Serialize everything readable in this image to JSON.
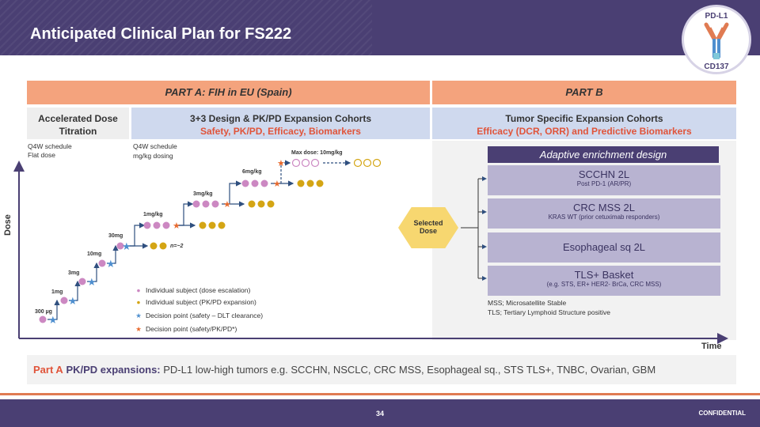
{
  "title": "Anticipated Clinical Plan for FS222",
  "logo": {
    "top_label": "PD-L1",
    "bottom_label": "CD137"
  },
  "parts": {
    "a": "PART A: FIH in EU (Spain)",
    "b": "PART B"
  },
  "subheads": {
    "accel": "Accelerated Dose Titration",
    "design_title": "3+3 Design & PK/PD Expansion Cohorts",
    "design_sub": "Safety, PK/PD, Efficacy, Biomarkers",
    "tumor_title": "Tumor Specific Expansion Cohorts",
    "tumor_sub": "Efficacy (DCR, ORR) and Predictive Biomarkers"
  },
  "schedules": {
    "q4w_flat_1": "Q4W schedule",
    "q4w_flat_2": "Flat dose",
    "q4w_mg_1": "Q4W schedule",
    "q4w_mg_2": "mg/kg dosing"
  },
  "axes": {
    "y": "Dose",
    "x": "Time"
  },
  "doses": {
    "d300": "300 µg",
    "d1": "1mg",
    "d3": "3mg",
    "d10": "10mg",
    "d30": "30mg",
    "d1kg": "1mg/kg",
    "d3kg": "3mg/kg",
    "d6kg": "6mg/kg",
    "dmax": "Max dose: 10mg/kg",
    "n2": "n=~2"
  },
  "legend": {
    "pink": "Individual subject (dose escalation)",
    "gold": "Individual subject (PK/PD expansion)",
    "blue_star": "Decision point (safety – DLT clearance)",
    "orange_star": "Decision point (safety/PK/PD*)"
  },
  "selected_dose": {
    "line1": "Selected",
    "line2": "Dose"
  },
  "adaptive": "Adaptive enrichment design",
  "cohorts": [
    {
      "main": "SCCHN 2L",
      "sub": "Post PD-1 (AR/PR)"
    },
    {
      "main": "CRC MSS 2L",
      "sub": "KRAS WT (prior cetuximab responders)"
    },
    {
      "main": "Esophageal sq 2L",
      "sub": ""
    },
    {
      "main": "TLS+ Basket",
      "sub": "(e.g. STS, ER+ HER2- BrCa, CRC MSS)"
    }
  ],
  "abbrev": {
    "mss": "MSS; Microsatellite Stable",
    "tls": "TLS; Tertiary Lymphoid Structure positive"
  },
  "note": {
    "part_a": "Part A",
    "pkpd": "PK/PD expansions:",
    "text": " PD-L1 low-high tumors  e.g. SCCHN, NSCLC, CRC MSS, Esophageal sq., STS TLS+, TNBC, Ovarian, GBM"
  },
  "footer": {
    "page": "34",
    "confidential": "CONFIDENTIAL"
  },
  "colors": {
    "header": "#4a3f73",
    "part_band": "#f4a37d",
    "subhead": "#cfd9ee",
    "cohort_box": "#b8b3d1",
    "pink": "#cc88c2",
    "gold": "#d4a514",
    "blue_star": "#4f8fcf",
    "orange_star": "#e86a2e",
    "hex": "#f7d770"
  }
}
